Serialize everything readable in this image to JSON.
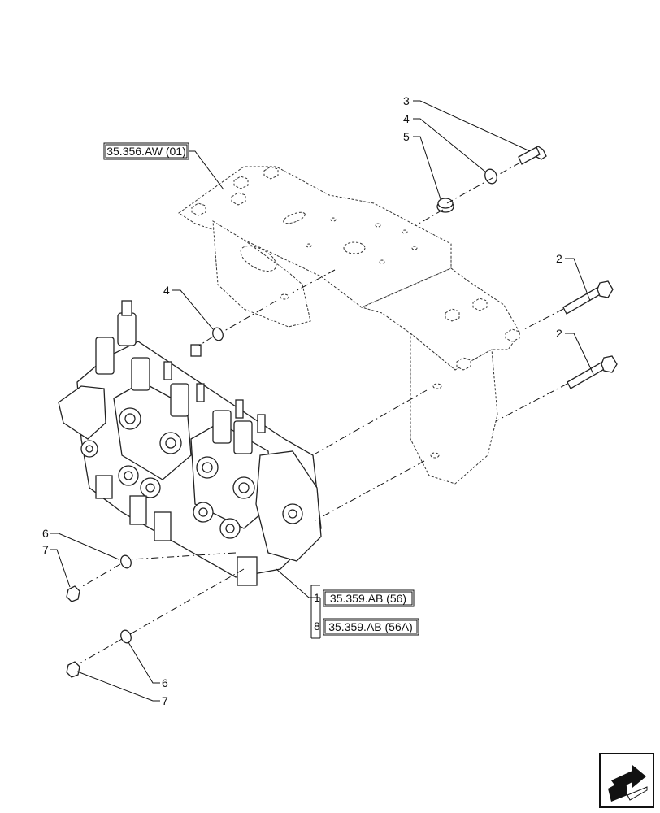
{
  "references": {
    "bracket_ref": "35.356.AW (01)",
    "valve_ref_1": "35.359.AB (56)",
    "valve_ref_8": "35.359.AB (56A)"
  },
  "valve_ref_items": {
    "item_1": "1",
    "item_8": "8"
  },
  "callouts": {
    "item_3": "3",
    "item_4_top": "4",
    "item_5": "5",
    "item_2_upper": "2",
    "item_2_lower": "2",
    "item_4_left": "4",
    "item_6_upper": "6",
    "item_7_upper": "7",
    "item_6_lower": "6",
    "item_7_lower": "7"
  },
  "icons": {
    "navigation": "next-page-arrow-icon"
  }
}
